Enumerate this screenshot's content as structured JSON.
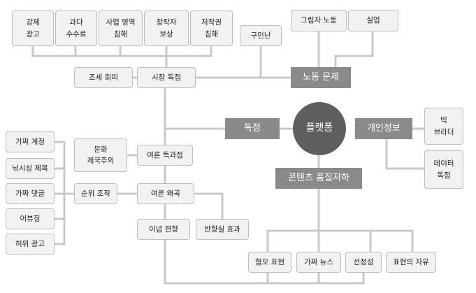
{
  "center": "플랫폼",
  "hubs": {
    "labor": "노동 문제",
    "monopoly": "독점",
    "privacy": "개인정보",
    "content": "콘텐츠 품질저하"
  },
  "nodes": {
    "forced_ads": "강제\n광고",
    "excess_fees": "과다\n수수료",
    "business_encroach": "사업 영역\n침해",
    "creator_comp": "창작자\n보상",
    "copyright": "저작권\n침해",
    "job_seeking": "구인난",
    "shadow_labor": "그림자 노동",
    "unemployment": "실업",
    "tax_evasion": "조세 회피",
    "market_monopoly": "시장 독점",
    "big_brother": "빅\n브라더",
    "data_monopoly": "데이터\n독점",
    "cultural_imperialism": "문화\n제국주의",
    "opinion_oligopoly": "여론 독과점",
    "fake_account": "가짜 계정",
    "clickbait": "낚시성 제목",
    "fake_comment": "가짜 댓글",
    "abusing": "어뷰징",
    "false_ad": "허위 광고",
    "rank_manipulation": "순위 조작",
    "opinion_distortion": "여론 왜곡",
    "ideological_bias": "이념 편향",
    "echo_chamber": "반향실 효과",
    "hate_speech": "혐오 표현",
    "fake_news": "가짜 뉴스",
    "sensationalism": "선정성",
    "free_expression": "표현의 자유"
  },
  "colors": {
    "center": "#5e5e5e",
    "hub": "#8a8a8a",
    "box_fill": "#f2f2f2",
    "box_border": "#bdbdbd",
    "line": "#c8c8c8"
  }
}
